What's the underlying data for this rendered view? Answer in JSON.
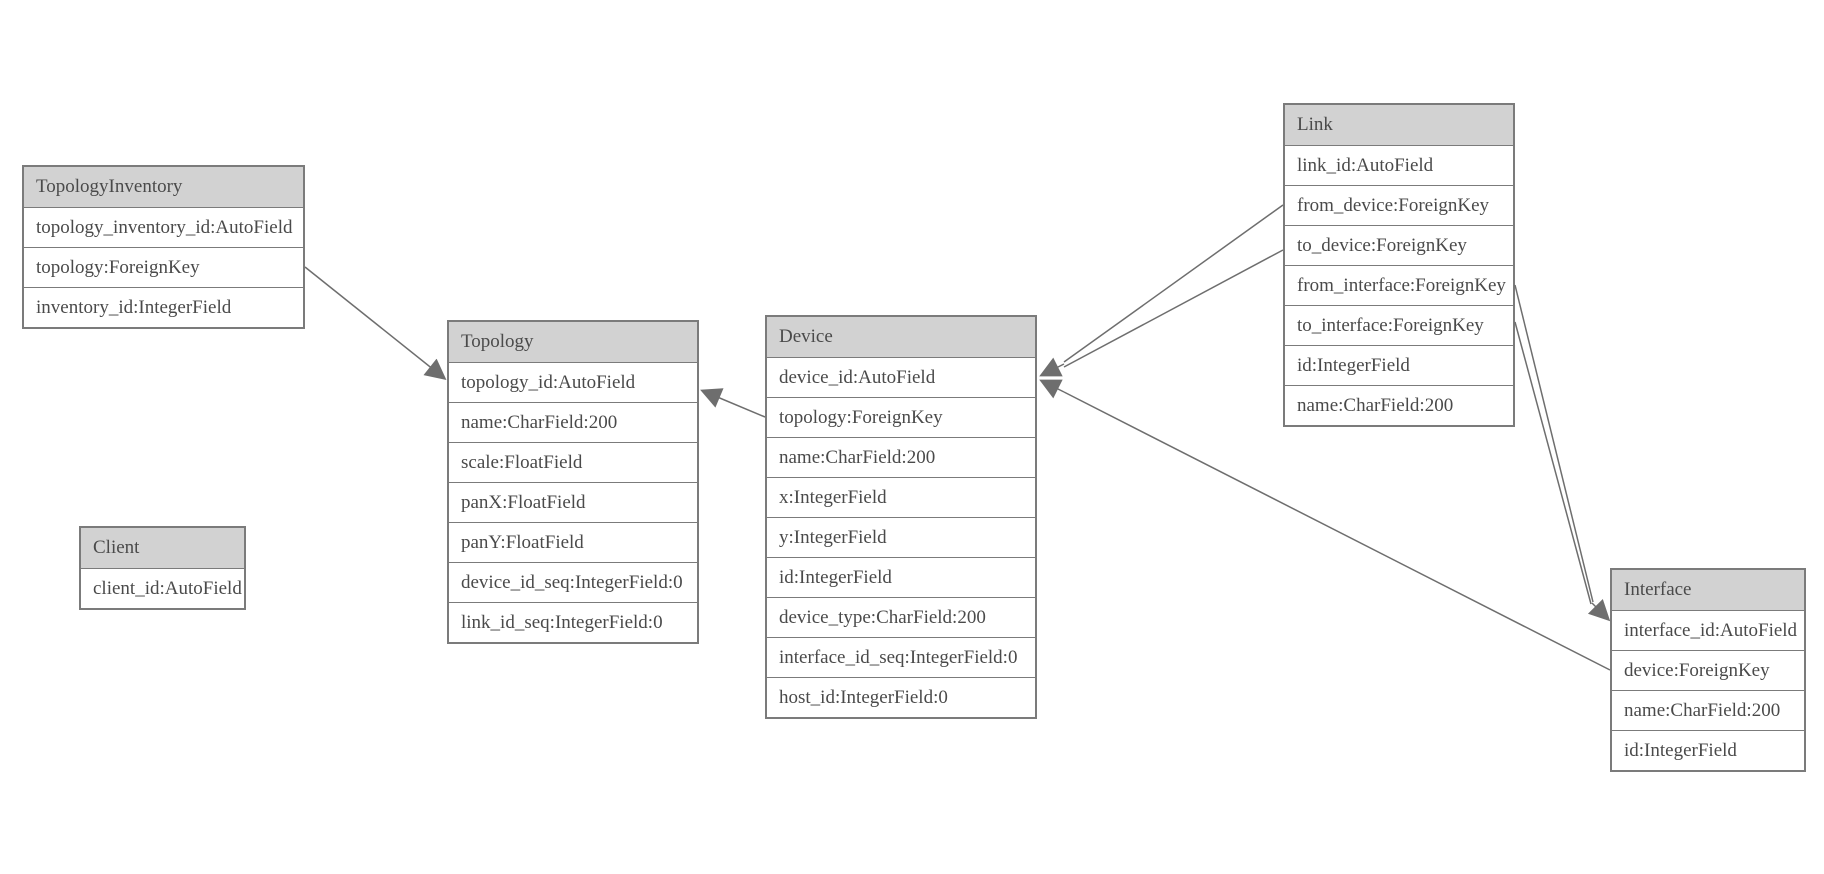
{
  "diagram": {
    "type": "entity-relationship-model-diagram",
    "entities": [
      {
        "name": "TopologyInventory",
        "fields": [
          "topology_inventory_id:AutoField",
          "topology:ForeignKey",
          "inventory_id:IntegerField"
        ]
      },
      {
        "name": "Topology",
        "fields": [
          "topology_id:AutoField",
          "name:CharField:200",
          "scale:FloatField",
          "panX:FloatField",
          "panY:FloatField",
          "device_id_seq:IntegerField:0",
          "link_id_seq:IntegerField:0"
        ]
      },
      {
        "name": "Client",
        "fields": [
          "client_id:AutoField"
        ]
      },
      {
        "name": "Device",
        "fields": [
          "device_id:AutoField",
          "topology:ForeignKey",
          "name:CharField:200",
          "x:IntegerField",
          "y:IntegerField",
          "id:IntegerField",
          "device_type:CharField:200",
          "interface_id_seq:IntegerField:0",
          "host_id:IntegerField:0"
        ]
      },
      {
        "name": "Link",
        "fields": [
          "link_id:AutoField",
          "from_device:ForeignKey",
          "to_device:ForeignKey",
          "from_interface:ForeignKey",
          "to_interface:ForeignKey",
          "id:IntegerField",
          "name:CharField:200"
        ]
      },
      {
        "name": "Interface",
        "fields": [
          "interface_id:AutoField",
          "device:ForeignKey",
          "name:CharField:200",
          "id:IntegerField"
        ]
      }
    ],
    "relations": [
      {
        "from": "TopologyInventory.topology",
        "to": "Topology.topology_id"
      },
      {
        "from": "Device.topology",
        "to": "Topology.topology_id"
      },
      {
        "from": "Link.from_device",
        "to": "Device.device_id"
      },
      {
        "from": "Link.to_device",
        "to": "Device.device_id"
      },
      {
        "from": "Link.from_interface",
        "to": "Interface.interface_id"
      },
      {
        "from": "Link.to_interface",
        "to": "Interface.interface_id"
      },
      {
        "from": "Interface.device",
        "to": "Device.device_id"
      }
    ],
    "colors": {
      "header_bg": "#d2d2d2",
      "border": "#7b7b7b",
      "text": "#4a4a4a",
      "connector": "#6e6e6e",
      "arrowhead": "#6e6e6e",
      "background": "#ffffff"
    }
  }
}
